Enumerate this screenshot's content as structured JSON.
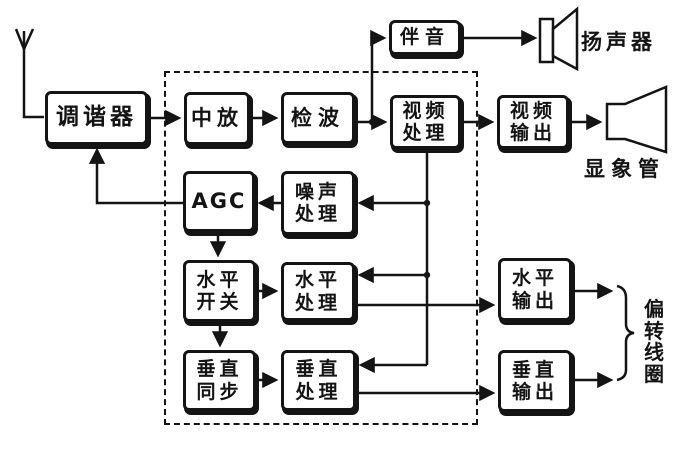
{
  "diagram": {
    "kind": "tv-receiver-block-diagram",
    "colors": {
      "ink": "#141414",
      "paper": "#ffffff"
    },
    "blocks": {
      "tuner": {
        "label": "调谐器"
      },
      "if_amp": {
        "label": "中放"
      },
      "detector": {
        "label": "检波"
      },
      "video_proc": {
        "line1": "视频",
        "line2": "处理"
      },
      "video_out": {
        "line1": "视频",
        "line2": "输出"
      },
      "sound": {
        "label": "伴音"
      },
      "agc": {
        "label": "AGC"
      },
      "noise_proc": {
        "line1": "噪声",
        "line2": "处理"
      },
      "h_switch": {
        "line1": "水平",
        "line2": "开关"
      },
      "h_proc": {
        "line1": "水平",
        "line2": "处理"
      },
      "v_sync": {
        "line1": "垂直",
        "line2": "同步"
      },
      "v_proc": {
        "line1": "垂直",
        "line2": "处理"
      },
      "h_out": {
        "line1": "水平",
        "line2": "输出"
      },
      "v_out": {
        "line1": "垂直",
        "line2": "输出"
      }
    },
    "labels": {
      "speaker": "扬声器",
      "crt": "显象管",
      "deflection_coil": "偏转线圈"
    },
    "icons": {
      "antenna": "antenna-icon",
      "speaker": "speaker-icon",
      "crt": "crt-icon",
      "brace": "brace-icon"
    }
  }
}
